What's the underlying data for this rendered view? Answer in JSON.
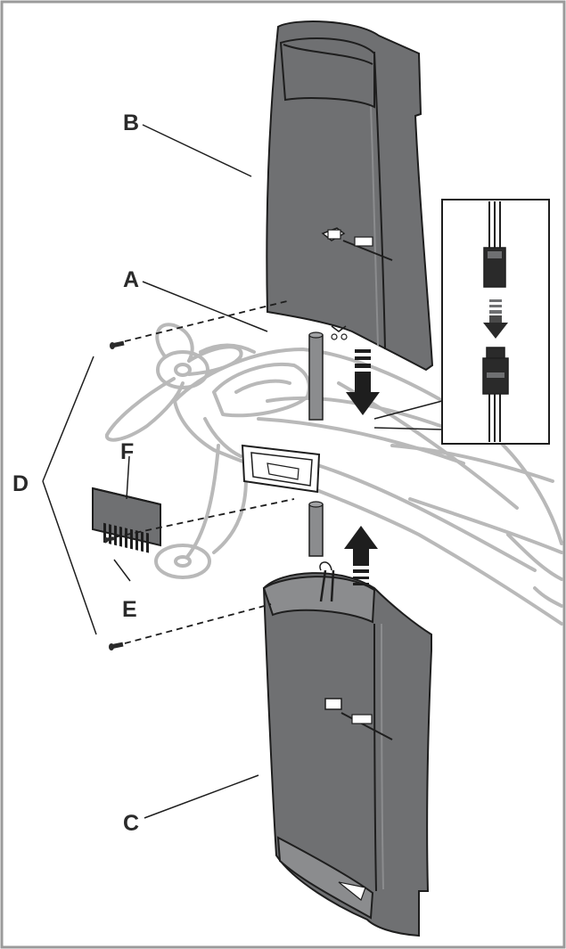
{
  "labels": {
    "a": "A",
    "b": "B",
    "c": "C",
    "d": "D",
    "e": "E",
    "f": "F"
  },
  "colors": {
    "part_fill": "#6f7072",
    "part_light": "#8b8c8e",
    "fuselage_line": "#b9b9b9",
    "ink": "#1e1e1e",
    "border": "#9a9a9a"
  }
}
